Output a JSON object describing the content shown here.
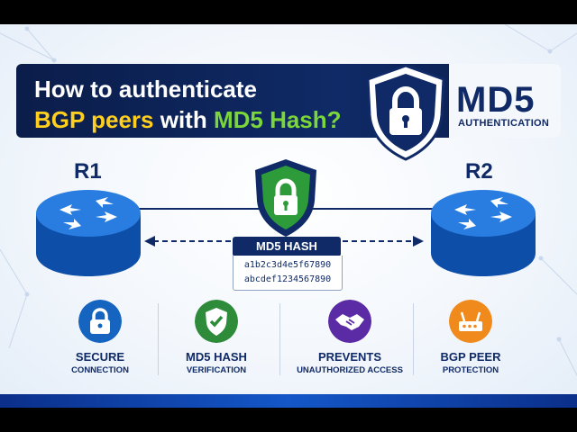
{
  "title": {
    "line1": "How to authenticate",
    "line2_part1": "BGP peers",
    "line2_part2": "with",
    "line2_part3": "MD5 Hash?"
  },
  "badge": {
    "main": "MD5",
    "sub": "AUTHENTICATION"
  },
  "routers": {
    "left": "R1",
    "right": "R2"
  },
  "hash": {
    "header": "MD5 HASH",
    "line1": "a1b2c3d4e5f67890",
    "line2": "abcdef1234567890"
  },
  "features": [
    {
      "title": "SECURE",
      "subtitle": "CONNECTION",
      "icon": "padlock-icon",
      "color": "#1565c0"
    },
    {
      "title": "MD5 HASH",
      "subtitle": "VERIFICATION",
      "icon": "shield-check-icon",
      "color": "#2e8b3a"
    },
    {
      "title": "PREVENTS",
      "subtitle": "UNAUTHORIZED ACCESS",
      "icon": "handshake-icon",
      "color": "#5b2aa5"
    },
    {
      "title": "BGP PEER",
      "subtitle": "PROTECTION",
      "icon": "router-icon",
      "color": "#f08a1c"
    }
  ],
  "colors": {
    "navy": "#0f2a66",
    "yellow": "#ffcf1f",
    "green": "#7bd63a",
    "router_blue": "#1565c0"
  }
}
